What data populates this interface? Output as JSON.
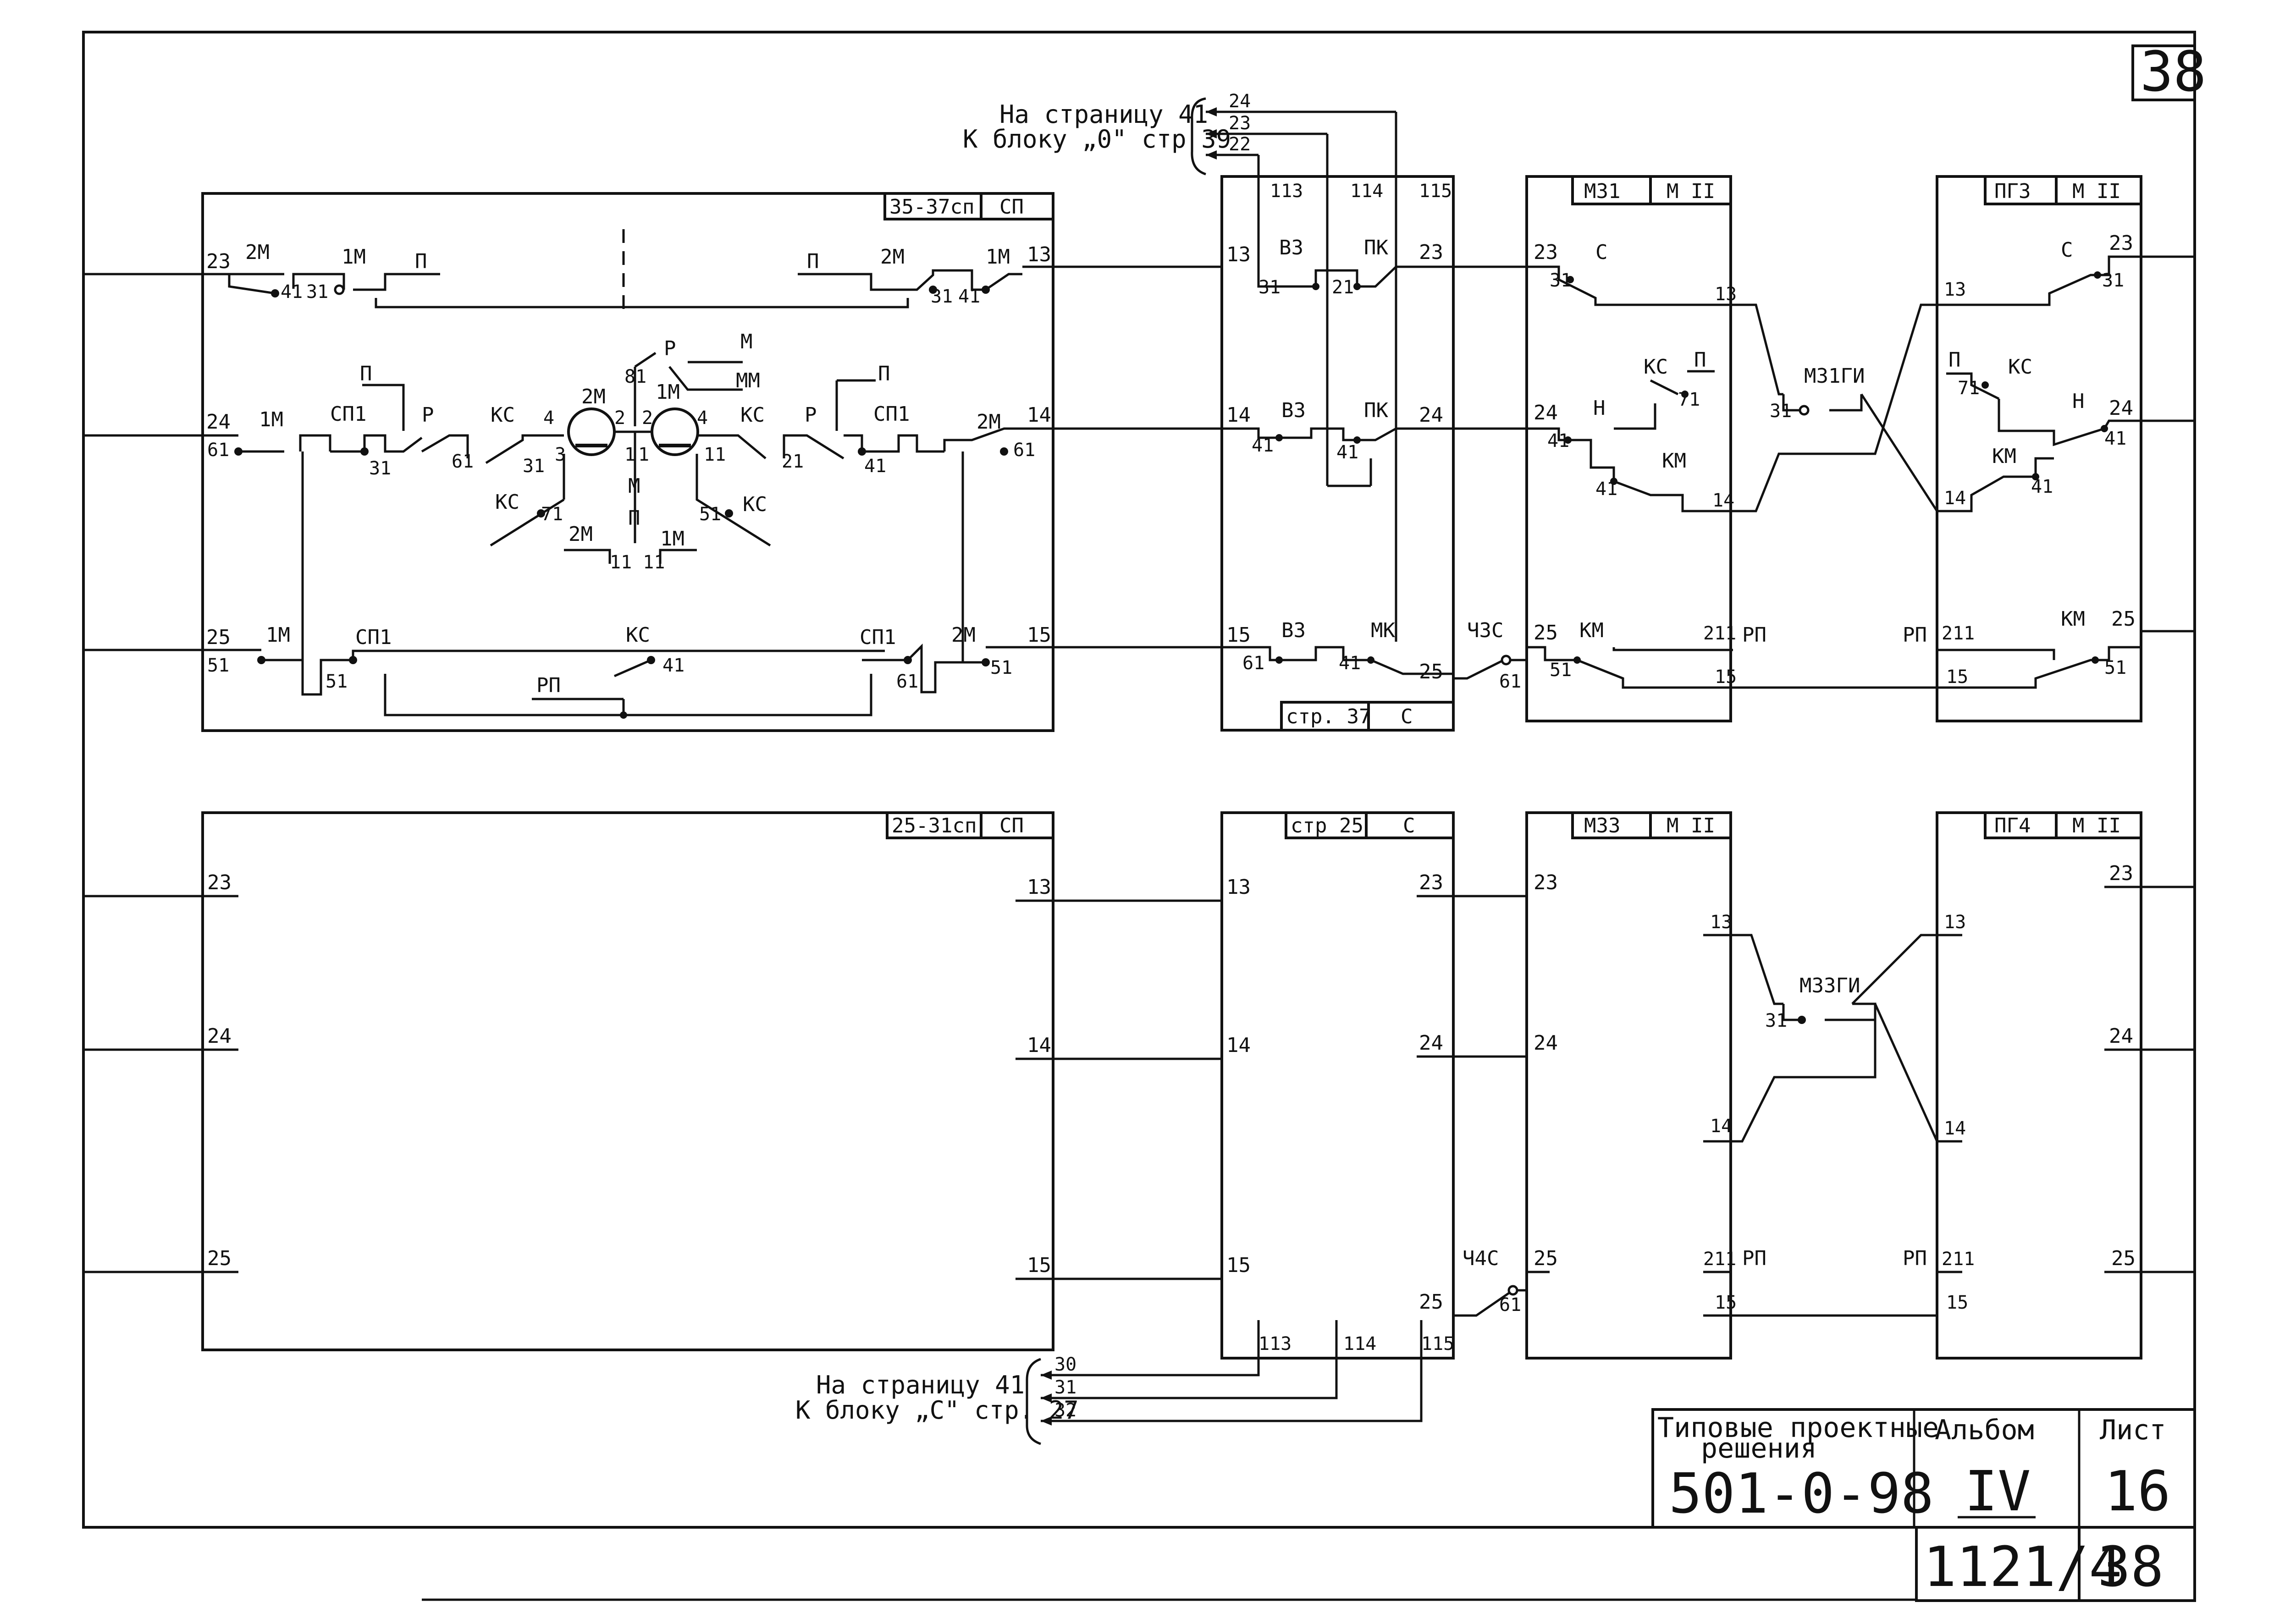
{
  "sheet": {
    "corner_number": "38",
    "title_block": {
      "title_line1": "Типовые проектные",
      "title_line2": "решения",
      "code": "501-0-98",
      "album_label": "Альбом",
      "album_value": "IV",
      "sheet_label": "Лист",
      "sheet_value": "16",
      "doc_number": "1121/4",
      "page_number": "38"
    }
  },
  "notes": {
    "top_line1": "На страницу 41",
    "top_line2": "К блоку „0\" стр 39",
    "top_wires": [
      "24",
      "23",
      "22"
    ],
    "bottom_line1": "На страницу 41",
    "bottom_line2": "К блоку „С\" стр. 27",
    "bottom_wires": [
      "30",
      "31",
      "32"
    ]
  },
  "blocks": {
    "sp_top": {
      "header_a": "35-37сп",
      "header_b": "СП",
      "terms_left": [
        "23",
        "24",
        "25"
      ],
      "terms_right": [
        "13",
        "14",
        "15"
      ],
      "labels": {
        "r1_2m": "2М",
        "r1_1m": "1М",
        "r1_p": "П",
        "r1_41": "41",
        "r1_31": "31",
        "r1r_p": "П",
        "r1r_2m": "2М",
        "r1r_1m": "1М",
        "r1r_31": "31",
        "r1r_41": "41",
        "r2_1m": "1М",
        "r2_61": "61",
        "r2_sp1": "СП1",
        "r2_31": "31",
        "r2_p_top": "П",
        "r2_r": "Р",
        "r2_61b": "61",
        "r2_kc": "КС",
        "r2_31b": "31",
        "m_4": "4",
        "m_2m": "2М",
        "m_2": "2",
        "m_81": "81",
        "m_r": "Р",
        "m_M": "М",
        "m_1m": "1М",
        "m_MM": "ММ",
        "m_2b": "2",
        "m_4b": "4",
        "m_3": "3",
        "m_1": "1",
        "m_1b": "1",
        "m_11": "11",
        "m_M2": "М",
        "m_P": "П",
        "r2r_kc": "КС",
        "r2r_r": "Р",
        "r2r_21": "21",
        "r2r_sp1": "СП1",
        "r2r_41": "41",
        "r2r_p": "П",
        "r2r_2m": "2М",
        "r2r_61": "61",
        "low_kc": "КС",
        "low_71": "71",
        "low_2m": "2М",
        "low_p": "П",
        "low_1m": "1М",
        "low_11": "11 11",
        "low_51": "51",
        "low_kc2": "КС",
        "r3_1m": "1М",
        "r3_51": "51",
        "r3_sp1": "СП1",
        "r3_51b": "51",
        "r3_kc": "КС",
        "r3_41": "41",
        "r3_sp1r": "СП1",
        "r3_61": "61",
        "r3_2m": "2М",
        "r3_51r": "51",
        "r3_rp": "РП"
      }
    },
    "s_top": {
      "header_a": "стр. 37",
      "header_b": "С",
      "top_terms": [
        "113",
        "114",
        "115"
      ],
      "terms_left": [
        "13",
        "14",
        "15"
      ],
      "terms_right": [
        "23",
        "24",
        "25"
      ],
      "labels": {
        "v1": "В3",
        "pk1": "ПК",
        "v2": "В3",
        "pk2": "ПК",
        "v3": "В3",
        "mk": "МК",
        "c31a": "31",
        "c21": "21",
        "c41a": "41",
        "c41b": "41",
        "c61": "61",
        "c41c": "41"
      }
    },
    "m31": {
      "header_a": "М31",
      "header_b": "М II",
      "terms_left": [
        "23",
        "24",
        "25"
      ],
      "terms_right": [
        "13",
        "14",
        "211",
        "15"
      ],
      "labels": {
        "c": "С",
        "c31": "31",
        "h": "Н",
        "h41": "41",
        "kc": "КС",
        "p": "П",
        "kc71": "71",
        "km": "КМ",
        "km41": "41",
        "km_low": "КМ",
        "km51": "51",
        "rp": "РП"
      }
    },
    "pg3": {
      "header_a": "ПГ3",
      "header_b": "М II",
      "terms_left": [
        "13",
        "14",
        "211",
        "15"
      ],
      "terms_right": [
        "23",
        "24",
        "25"
      ],
      "labels": {
        "c": "С",
        "c31": "31",
        "p": "П",
        "p71": "71",
        "kc": "КС",
        "h": "Н",
        "h41": "41",
        "km": "КМ",
        "km41": "41",
        "km_low": "КМ",
        "km51": "51",
        "rp": "РП"
      }
    },
    "sp_bottom": {
      "header_a": "25-31сп",
      "header_b": "СП",
      "terms_left": [
        "23",
        "24",
        "25"
      ],
      "terms_right": [
        "13",
        "14",
        "15"
      ]
    },
    "s_bottom": {
      "header_a": "стр 25",
      "header_b": "С",
      "terms_left": [
        "13",
        "14",
        "15"
      ],
      "terms_right": [
        "23",
        "24",
        "25"
      ],
      "bottom_terms": [
        "113",
        "114",
        "115"
      ]
    },
    "m33": {
      "header_a": "М33",
      "header_b": "М II",
      "terms_left": [
        "23",
        "24",
        "25"
      ],
      "terms_right": [
        "13",
        "14",
        "211",
        "15"
      ],
      "rp": "РП"
    },
    "pg4": {
      "header_a": "ПГ4",
      "header_b": "М II",
      "terms_left": [
        "13",
        "14",
        "211",
        "15"
      ],
      "terms_right": [
        "23",
        "24",
        "25"
      ],
      "rp": "РП"
    }
  },
  "crossovers": {
    "top": {
      "label": "М31ГИ",
      "contact": "31"
    },
    "bottom": {
      "label": "М33ГИ",
      "contact": "31"
    }
  },
  "links": {
    "top": {
      "label": "Ч3С",
      "contact": "61"
    },
    "bottom": {
      "label": "Ч4С",
      "contact": "61"
    }
  }
}
